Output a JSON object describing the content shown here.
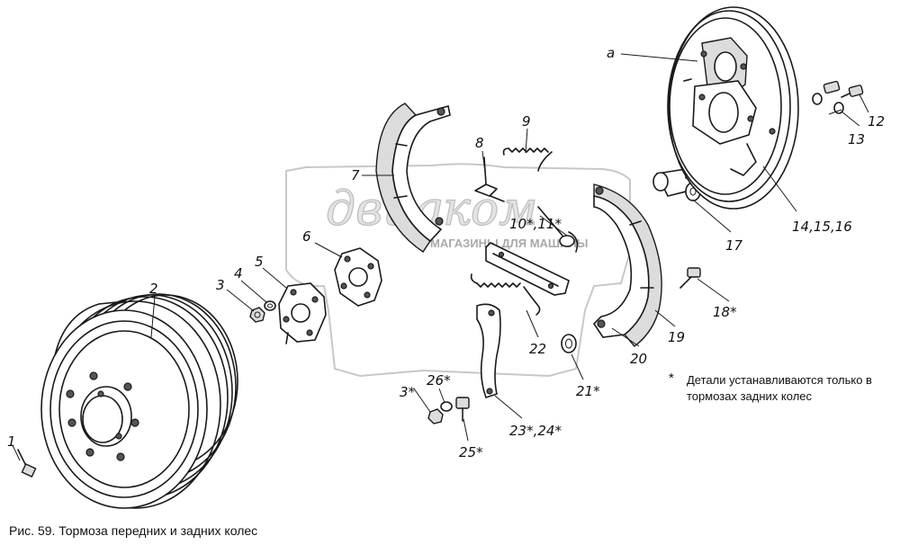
{
  "callouts": {
    "c1": "1",
    "c2": "2",
    "c3": "3",
    "c4": "4",
    "c5": "5",
    "c6": "6",
    "c7": "7",
    "c8": "8",
    "c9": "9",
    "c10": "10*,11*",
    "c12": "12",
    "c13": "13",
    "c14": "14,15,16",
    "c17": "17",
    "c18": "18*",
    "c19": "19",
    "c20": "20",
    "c21": "21*",
    "c22": "22",
    "c23": "23*,24*",
    "c25": "25*",
    "c26": "26*",
    "c3b": "3*",
    "ca": "а"
  },
  "note": {
    "marker": "*",
    "text": "Детали устанавливаются только в тормозах задних колес"
  },
  "caption": "Рис. 59. Тормоза передних и задних колес",
  "watermark": {
    "brand": "двиgком",
    "tagline": "МАГАЗИНЫ ДЛЯ МАШИНЫ"
  }
}
